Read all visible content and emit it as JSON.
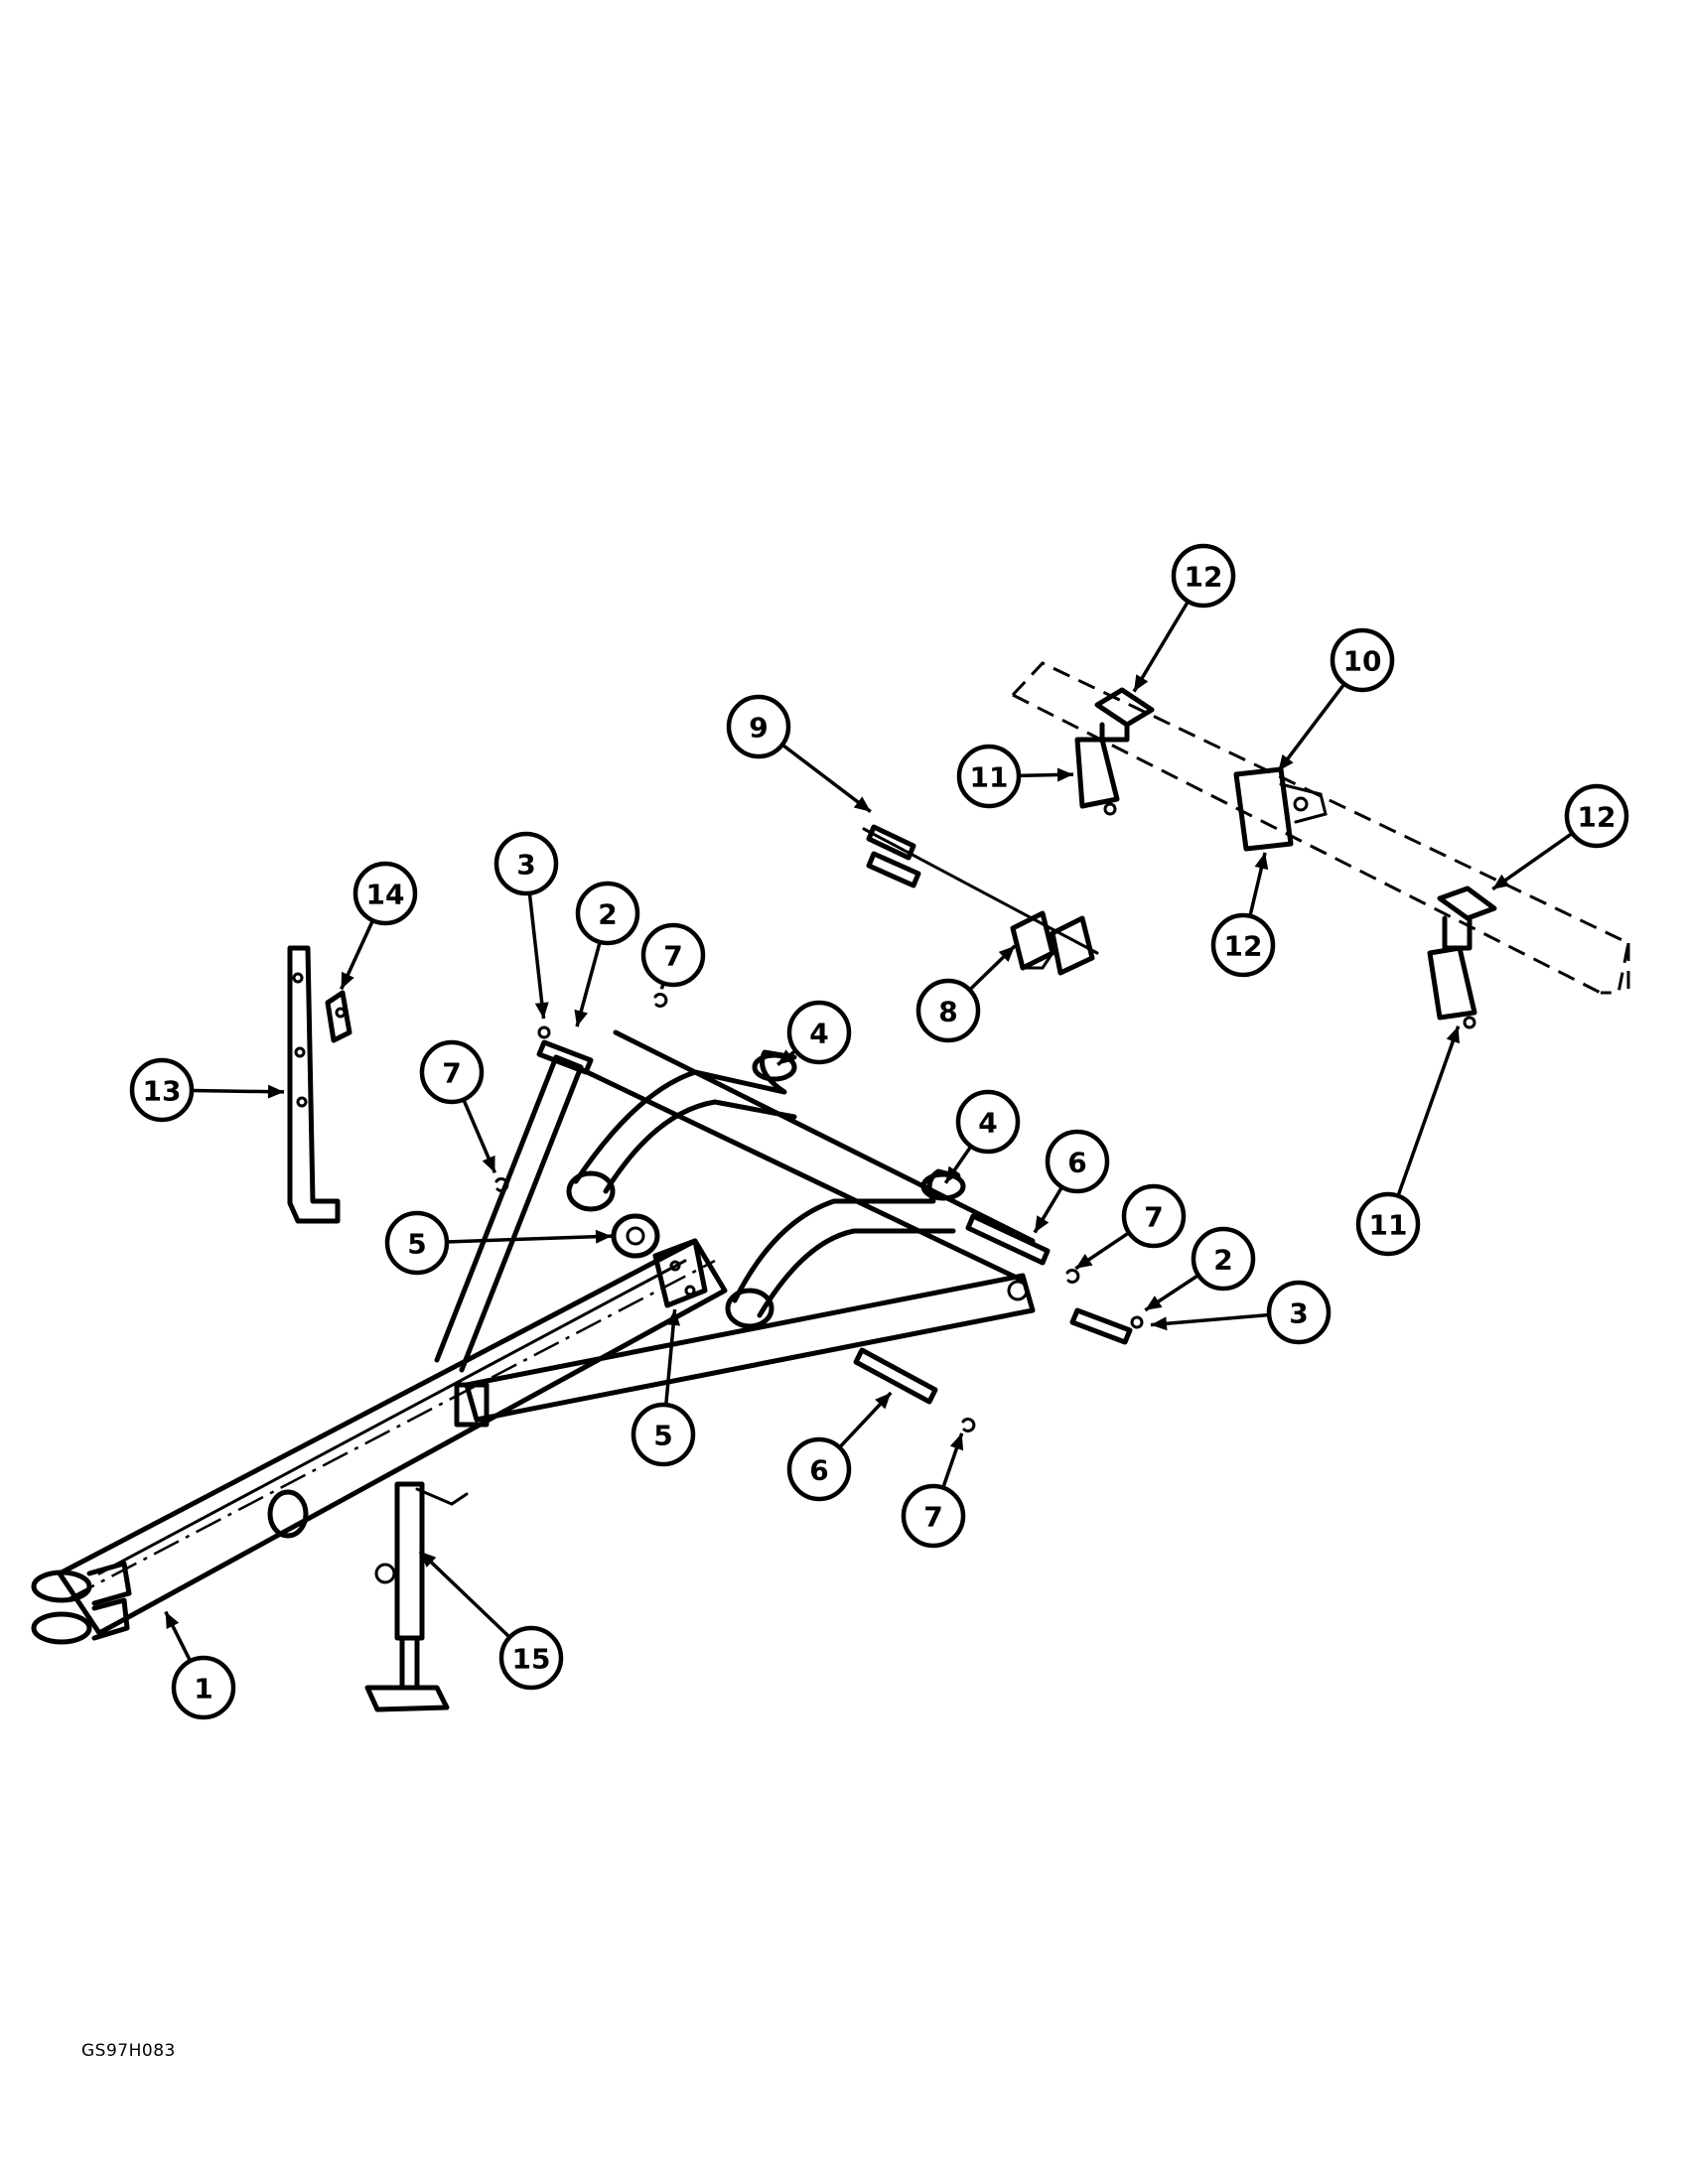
{
  "figure_code": "GS97H083",
  "callouts": [
    {
      "label": "1"
    },
    {
      "label": "2"
    },
    {
      "label": "2"
    },
    {
      "label": "3"
    },
    {
      "label": "3"
    },
    {
      "label": "4"
    },
    {
      "label": "4"
    },
    {
      "label": "5"
    },
    {
      "label": "5"
    },
    {
      "label": "6"
    },
    {
      "label": "6"
    },
    {
      "label": "7"
    },
    {
      "label": "7"
    },
    {
      "label": "7"
    },
    {
      "label": "7"
    },
    {
      "label": "8"
    },
    {
      "label": "9"
    },
    {
      "label": "10"
    },
    {
      "label": "11"
    },
    {
      "label": "11"
    },
    {
      "label": "12"
    },
    {
      "label": "12"
    },
    {
      "label": "12"
    },
    {
      "label": "13"
    },
    {
      "label": "14"
    },
    {
      "label": "15"
    }
  ]
}
